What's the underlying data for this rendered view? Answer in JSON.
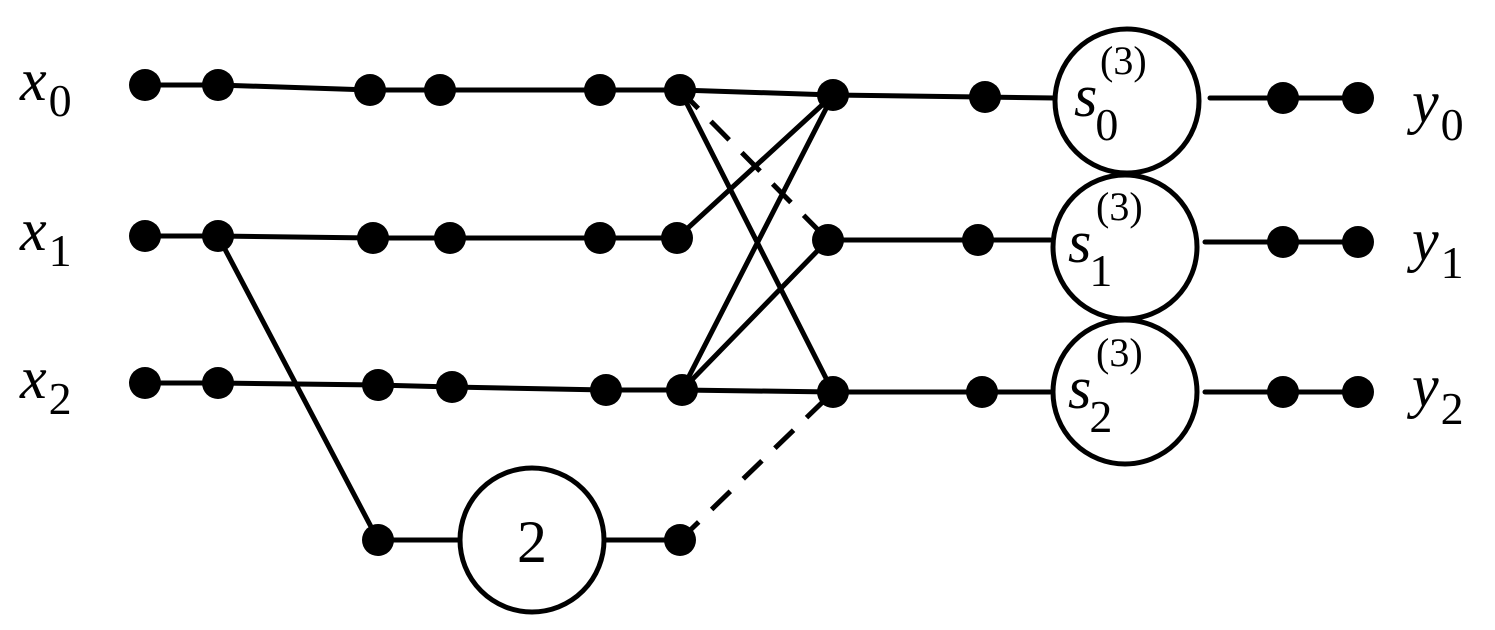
{
  "inputs": [
    {
      "var": "x",
      "sub": "0"
    },
    {
      "var": "x",
      "sub": "1"
    },
    {
      "var": "x",
      "sub": "2"
    }
  ],
  "outputs": [
    {
      "var": "y",
      "sub": "0"
    },
    {
      "var": "y",
      "sub": "1"
    },
    {
      "var": "y",
      "sub": "2"
    }
  ],
  "s_blocks": [
    {
      "var": "s",
      "sub": "0",
      "sup": "(3)"
    },
    {
      "var": "s",
      "sub": "1",
      "sup": "(3)"
    },
    {
      "var": "s",
      "sub": "2",
      "sup": "(3)"
    }
  ],
  "multiplier_block": {
    "label": "2"
  }
}
